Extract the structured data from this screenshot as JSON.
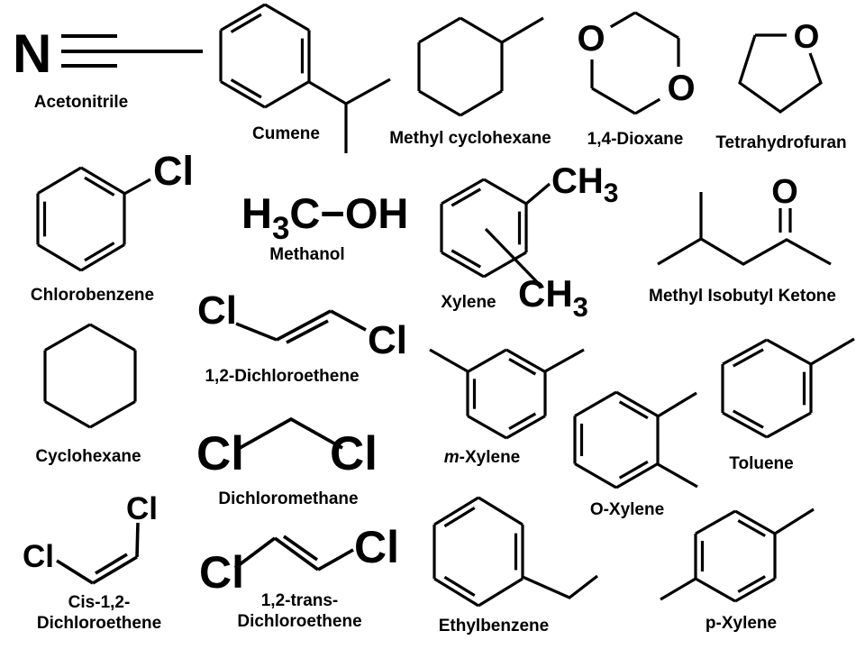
{
  "figure": {
    "background": "#ffffff"
  },
  "colors": {
    "ink": "#000000",
    "background": "#ffffff"
  },
  "molecules": {
    "acetonitrile": {
      "label": "Acetonitrile",
      "atom_n": "N"
    },
    "cumene": {
      "label": "Cumene"
    },
    "methyl_cyclohexane": {
      "label": "Methyl cyclohexane"
    },
    "dioxane": {
      "label": "1,4-Dioxane",
      "atom_o1": "O",
      "atom_o2": "O"
    },
    "tetrahydrofuran": {
      "label": "Tetrahydrofuran",
      "atom_o": "O"
    },
    "chlorobenzene": {
      "label": "Chlorobenzene",
      "atom_cl": "Cl"
    },
    "methanol": {
      "label": "Methanol",
      "formula": {
        "h": "H",
        "sub": "3",
        "c": "C",
        "bond": "−",
        "oh": "OH"
      }
    },
    "xylene": {
      "label": "Xylene",
      "ch3_top": {
        "ch": "CH",
        "sub": "3"
      },
      "ch3_bottom": {
        "ch": "CH",
        "sub": "3"
      }
    },
    "mibk": {
      "label": "Methyl Isobutyl Ketone",
      "atom_o": "O"
    },
    "cyclohexane": {
      "label": "Cyclohexane"
    },
    "dichloroethene_12": {
      "label": "1,2-Dichloroethene",
      "atom_cl_left": "Cl",
      "atom_cl_right": "Cl"
    },
    "dichloromethane": {
      "label": "Dichloromethane",
      "atom_cl_left": "Cl",
      "atom_cl_right": "Cl"
    },
    "m_xylene": {
      "label_prefix": "m",
      "label_rest": "-Xylene"
    },
    "o_xylene": {
      "label": "O-Xylene"
    },
    "toluene": {
      "label": "Toluene"
    },
    "cis_dichloroethene": {
      "label_line1": "Cis-1,2-",
      "label_line2": "Dichloroethene",
      "atom_cl_top": "Cl",
      "atom_cl_left": "Cl"
    },
    "trans_dichloroethene": {
      "label_line1": "1,2-trans-",
      "label_line2": "Dichloroethene",
      "atom_cl_left": "Cl",
      "atom_cl_right": "Cl"
    },
    "ethylbenzene": {
      "label": "Ethylbenzene"
    },
    "p_xylene": {
      "label": "p-Xylene"
    }
  }
}
